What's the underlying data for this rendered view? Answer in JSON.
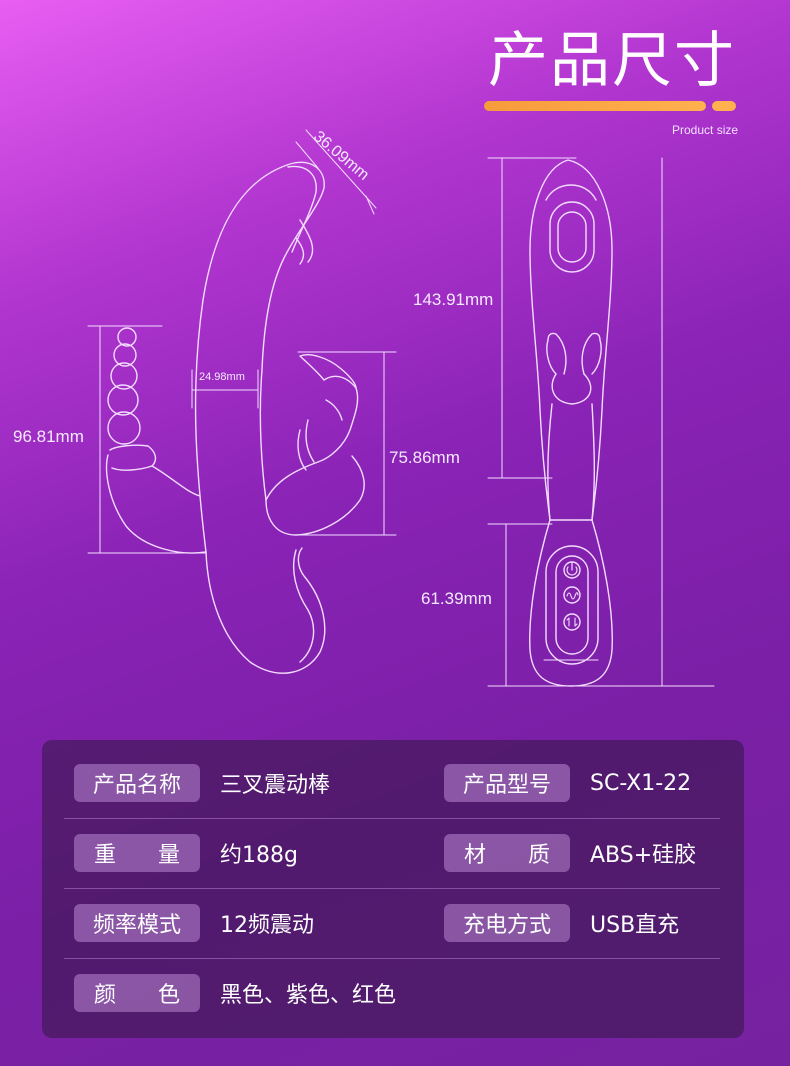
{
  "header": {
    "title": "产品尺寸",
    "subtitle": "Product size",
    "accent_color": "#f9a545"
  },
  "dimensions": {
    "tip_width": "36.09mm",
    "neck_width": "24.98mm",
    "beads_length": "96.81mm",
    "clit_arm_length": "75.86mm",
    "insertable_length": "143.91mm",
    "handle_length": "61.39mm"
  },
  "control_icons": [
    "power-icon",
    "wave-mode-icon",
    "intensity-arrows-icon"
  ],
  "specs": {
    "rows": [
      {
        "left_label": [
          "产品名称"
        ],
        "left_value": "三叉震动棒",
        "right_label": [
          "产品型号"
        ],
        "right_value": "SC-X1-22"
      },
      {
        "left_label": [
          "重",
          "量"
        ],
        "left_value": "约188g",
        "right_label": [
          "材",
          "质"
        ],
        "right_value": "ABS+硅胶"
      },
      {
        "left_label": [
          "频率模式"
        ],
        "left_value": "12频震动",
        "right_label": [
          "充电方式"
        ],
        "right_value": "USB直充"
      },
      {
        "left_label": [
          "颜",
          "色"
        ],
        "left_value": "黑色、紫色、红色",
        "right_label": [],
        "right_value": ""
      }
    ]
  }
}
